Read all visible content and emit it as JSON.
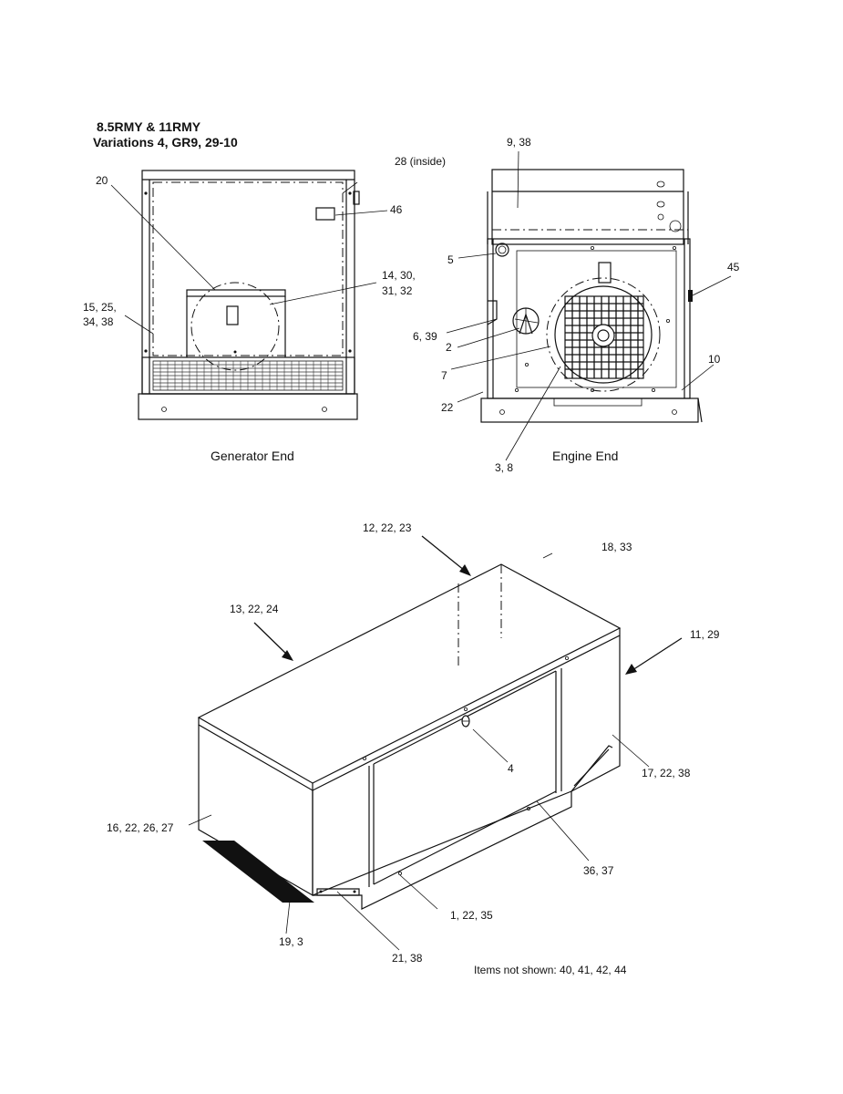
{
  "title": {
    "line1": "8.5RMY & 11RMY",
    "line2": "Variations 4, GR9, 29-10"
  },
  "captions": {
    "generator_end": "Generator End",
    "engine_end": "Engine End"
  },
  "callouts": {
    "c20": "20",
    "c28": "28 (inside)",
    "c46": "46",
    "c14": "14, 30,",
    "c14b": "31, 32",
    "c15": "15, 25,",
    "c15b": "34, 38",
    "c9": "9, 38",
    "c5": "5",
    "c45": "45",
    "c6": "6, 39",
    "c2": "2",
    "c7": "7",
    "c10": "10",
    "c22": "22",
    "c3": "3, 8",
    "c12": "12, 22, 23",
    "c18": "18, 33",
    "c13": "13, 22, 24",
    "c11": "11, 29",
    "c4": "4",
    "c17": "17, 22, 38",
    "c16": "16, 22, 26, 27",
    "c36": "36, 37",
    "c1": "1, 22, 35",
    "c19": "19, 3",
    "c21": "21, 38"
  },
  "note": "Items not shown:  40, 41, 42, 44"
}
